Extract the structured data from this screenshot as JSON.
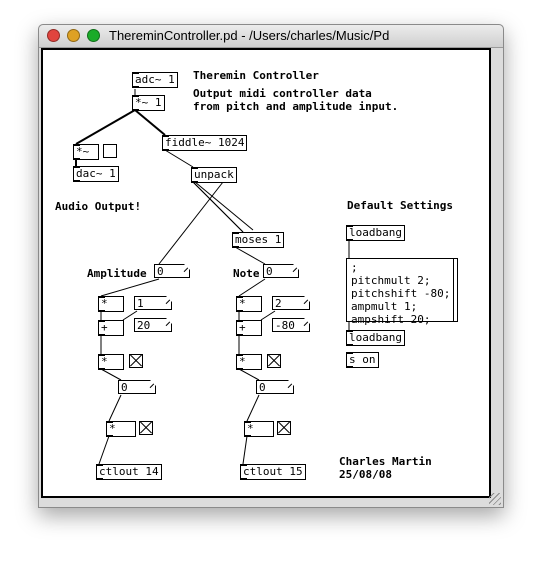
{
  "window": {
    "title": "ThereminController.pd  - /Users/charles/Music/Pd",
    "controls": {
      "close_color": "#e0443e",
      "minimize_color": "#dea123",
      "zoom_color": "#1aab29"
    }
  },
  "patch": {
    "objects": {
      "adc": "adc~ 1",
      "mul_adc": "*~ 1",
      "mul_tilde_left": "*~",
      "fiddle": "fiddle~ 1024",
      "dac": "dac~ 1",
      "unpack": "unpack",
      "moses": "moses 1",
      "amp_mul": "*",
      "amp_add": "+",
      "amp_mul2": "*",
      "amp_mul3": "*",
      "ctlout14": "ctlout 14",
      "note_mul": "*",
      "note_add": "+",
      "note_mul2": "*",
      "note_mul3": "*",
      "ctlout15": "ctlout 15",
      "loadbang1": "loadbang",
      "loadbang2": "loadbang",
      "s_on": "s on"
    },
    "atoms": {
      "amplitude_value": "0",
      "note_value": "0",
      "amp_mult": "1",
      "amp_shift": "20",
      "note_mult": "2",
      "note_shift": "-80",
      "amp_out": "0",
      "note_out": "0"
    },
    "messages": {
      "defaults": ";\npitchmult 2;\npitchshift -80;\nampmult 1;\nampshift 20;"
    },
    "comments": {
      "title": "Theremin Controller",
      "description": "Output midi controller data\nfrom pitch and amplitude input.",
      "audio_output": "Audio Output!",
      "default_settings": "Default Settings",
      "amplitude": "Amplitude",
      "note": "Note",
      "author": "Charles Martin\n25/08/08"
    }
  }
}
